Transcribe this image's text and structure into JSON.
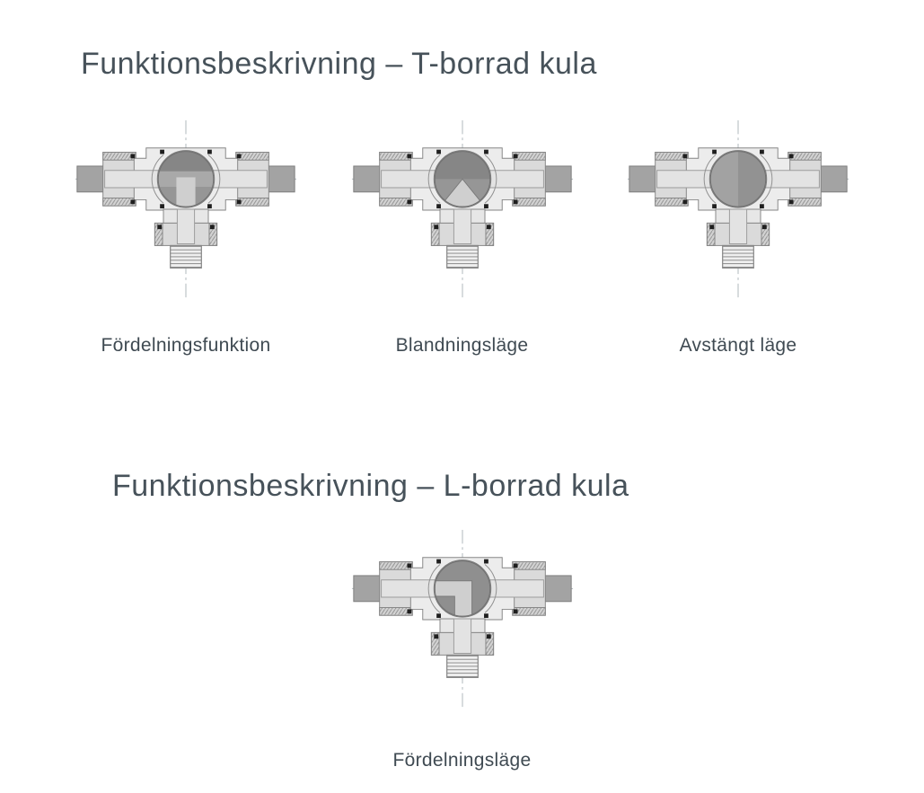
{
  "page": {
    "background": "#ffffff",
    "heading_color": "#47525a",
    "caption_color": "#3f4a52"
  },
  "sections": [
    {
      "title": "Funktionsbeskrivning – T-borrad kula",
      "figures": [
        {
          "name": "t-bore-distribution",
          "label": "Fördelningsfunktion"
        },
        {
          "name": "t-bore-mixing",
          "label": "Blandningsläge"
        },
        {
          "name": "t-bore-closed",
          "label": "Avstängt läge"
        }
      ]
    },
    {
      "title": "Funktionsbeskrivning – L-borrad kula",
      "figures": [
        {
          "name": "l-bore-distribution",
          "label": "Fördelningsläge"
        }
      ]
    }
  ]
}
